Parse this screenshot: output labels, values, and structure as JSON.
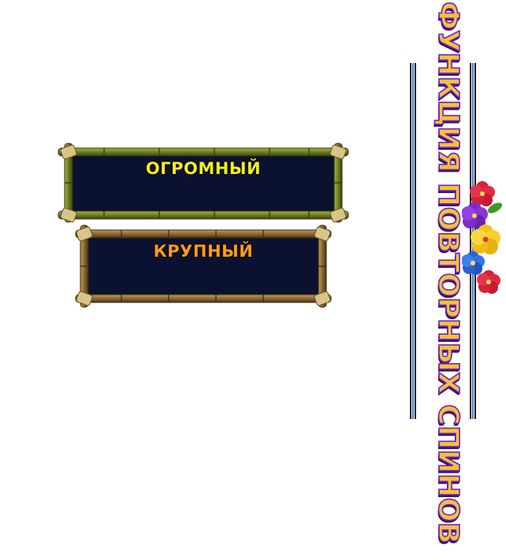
{
  "jackpots": {
    "huge": {
      "label": "ОГРОМНЫЙ",
      "color": "#f2ee1e",
      "frame": "green-bamboo"
    },
    "big": {
      "label": "КРУПНЫЙ",
      "color": "#ff9a1e",
      "frame": "brown-bamboo"
    }
  },
  "banner": {
    "title": "ФУНКЦИЯ ПОВТОРНЫХ СПИНОВ",
    "decoration": "hibiscus-flowers-icon"
  },
  "colors": {
    "panel_fill": "#0b1130",
    "bamboo_green": "#7c8b2a",
    "bamboo_brown": "#8a6a32",
    "title_fill": "#f6c232",
    "title_outline": "#6a23c8"
  }
}
